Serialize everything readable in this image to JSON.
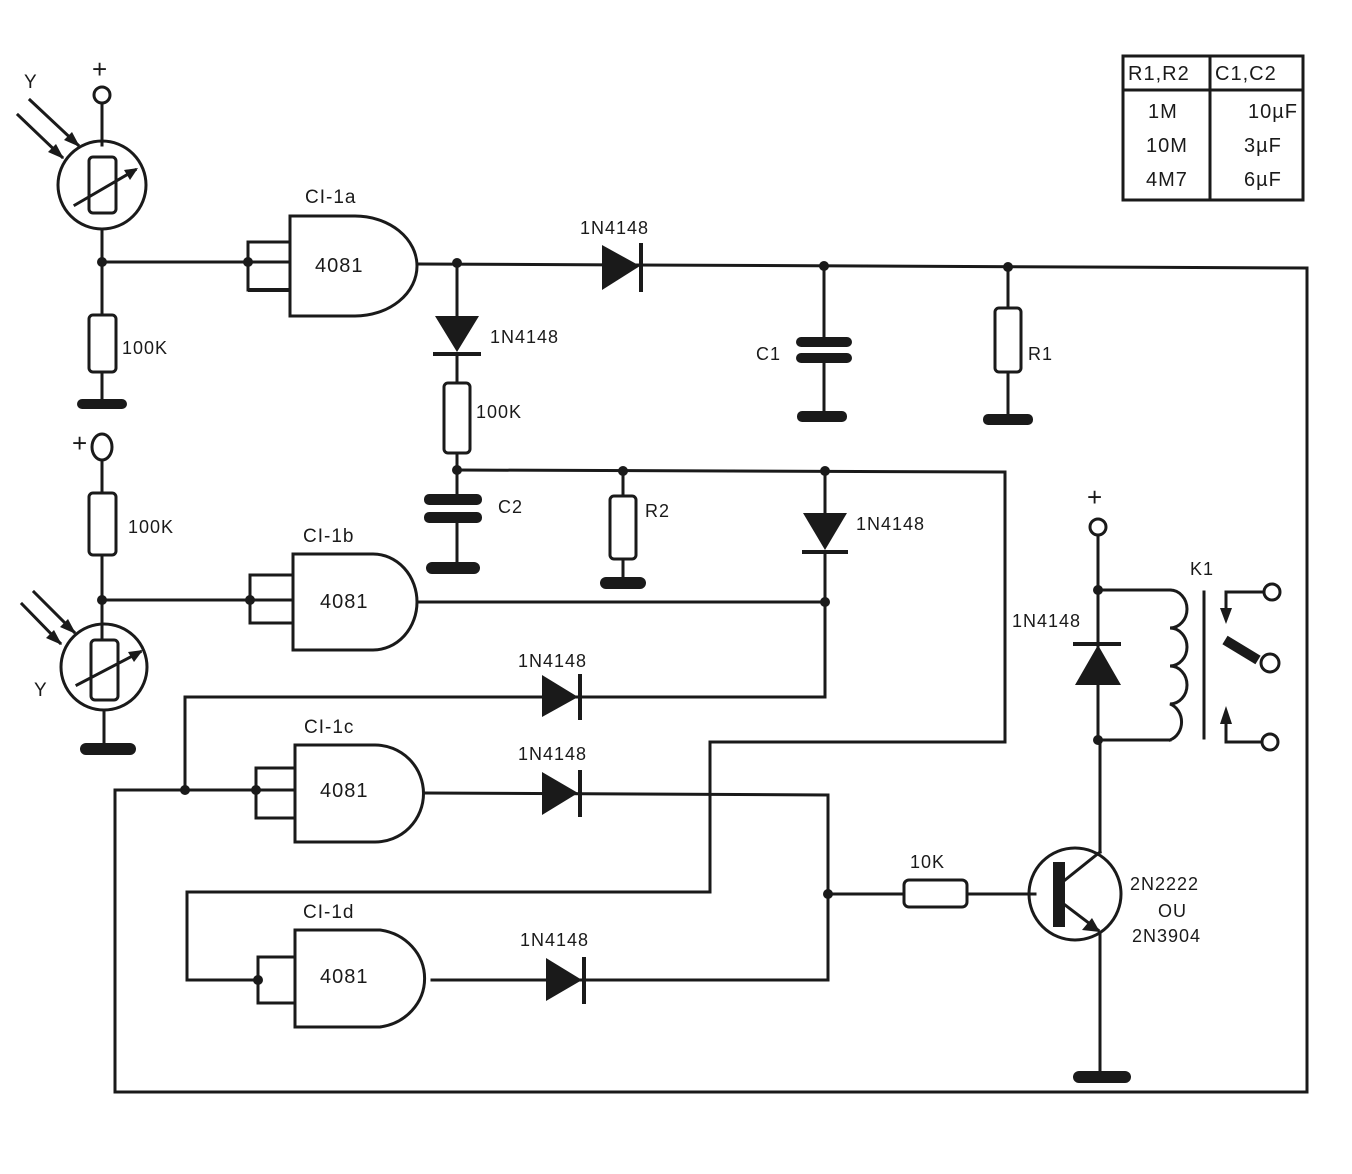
{
  "diagram": {
    "type": "electronic-schematic",
    "value_table": {
      "headers": [
        "R1,R2",
        "C1,C2"
      ],
      "rows": [
        [
          "1M",
          "10µF"
        ],
        [
          "10M",
          "3µF"
        ],
        [
          "4M7",
          "6µF"
        ]
      ]
    },
    "supply": {
      "plus": "+"
    },
    "ldr_top": {
      "label": "Y"
    },
    "ldr_bottom": {
      "label": "Y"
    },
    "resistors": {
      "r_ldr_top": "100K",
      "r_ldr_bottom": "100K",
      "r_mid": "100K",
      "r_base": "10K",
      "r1": "R1",
      "r2": "R2"
    },
    "capacitors": {
      "c1": "C1",
      "c2": "C2"
    },
    "gates": [
      {
        "ref": "CI-1a",
        "part": "4081"
      },
      {
        "ref": "CI-1b",
        "part": "4081"
      },
      {
        "ref": "CI-1c",
        "part": "4081"
      },
      {
        "ref": "CI-1d",
        "part": "4081"
      }
    ],
    "diodes": {
      "d_top": "1N4148",
      "d_mid": "1N4148",
      "d_right": "1N4148",
      "d_loop": "1N4148",
      "d_c": "1N4148",
      "d_d": "1N4148",
      "d_relay": "1N4148"
    },
    "relay": {
      "ref": "K1"
    },
    "transistor": {
      "line1": "2N2222",
      "line2": "OU",
      "line3": "2N3904"
    }
  }
}
